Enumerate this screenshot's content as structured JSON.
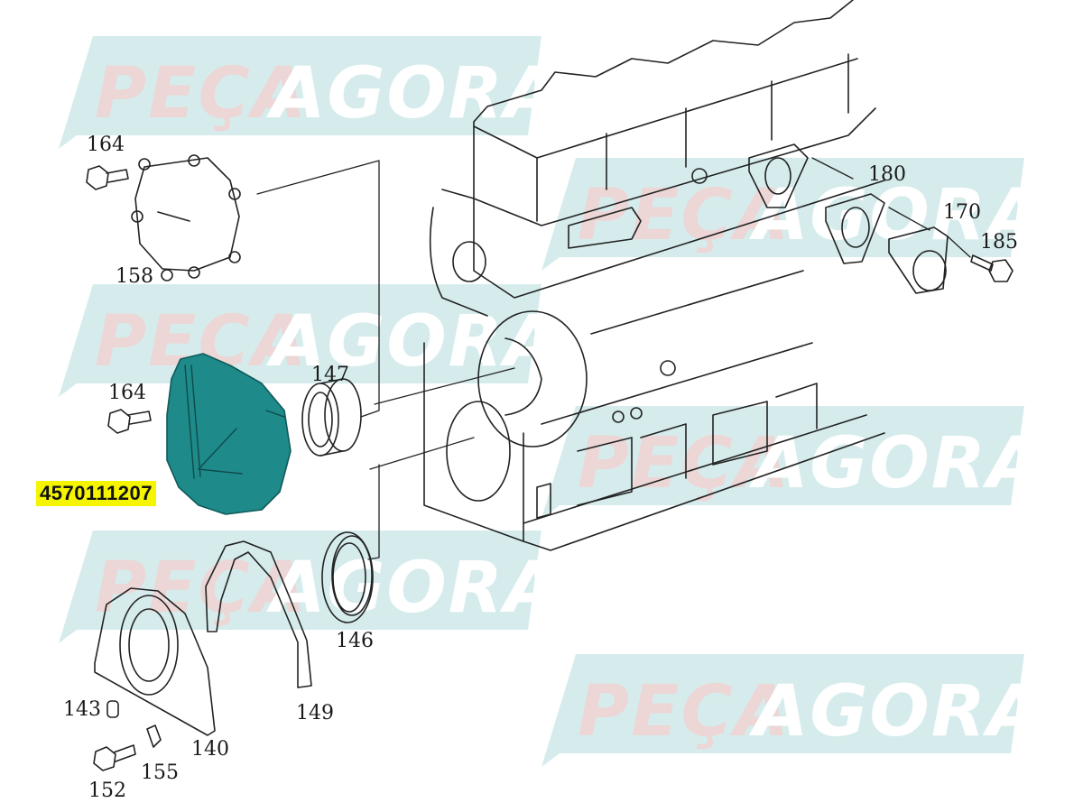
{
  "diagram": {
    "type": "exploded-parts-diagram",
    "subject": "engine block front cover and seals",
    "highlighted_part": {
      "part_number": "4570111207",
      "highlight_color": "#f5f500",
      "part_fill_color": "#1e8a8a"
    },
    "watermark": {
      "text_left": "PEÇA",
      "text_right": "AGORA",
      "banner_color": "#d6ecec",
      "left_text_color": "#ecd6d6",
      "right_text_color": "#ffffff",
      "count": 5
    },
    "callouts": [
      {
        "id": "164-top",
        "label": "164"
      },
      {
        "id": "158",
        "label": "158"
      },
      {
        "id": "180",
        "label": "180"
      },
      {
        "id": "170",
        "label": "170"
      },
      {
        "id": "185",
        "label": "185"
      },
      {
        "id": "147",
        "label": "147"
      },
      {
        "id": "164-mid",
        "label": "164"
      },
      {
        "id": "146",
        "label": "146"
      },
      {
        "id": "149",
        "label": "149"
      },
      {
        "id": "143",
        "label": "143"
      },
      {
        "id": "140",
        "label": "140"
      },
      {
        "id": "155",
        "label": "155"
      },
      {
        "id": "152",
        "label": "152"
      }
    ]
  }
}
